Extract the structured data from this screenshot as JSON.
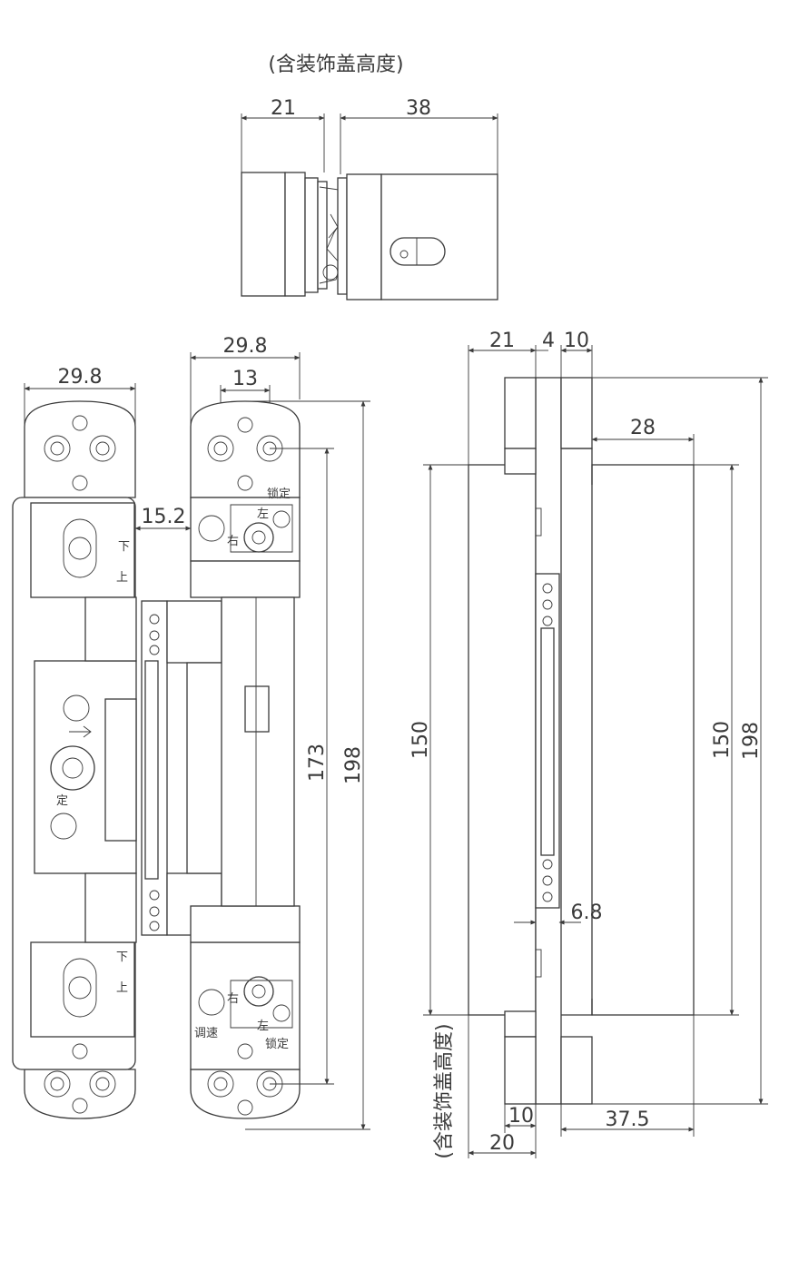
{
  "caption_top": "(含装饰盖高度)",
  "caption_side": "(含装饰盖高度)",
  "dims": {
    "top_left": "21",
    "top_right": "38",
    "left_width": "29.8",
    "right_width": "29.8",
    "hole_spacing": "13",
    "gap": "15.2",
    "len_173": "173",
    "len_198": "198",
    "side_21": "21",
    "side_4": "4",
    "side_10": "10",
    "side_28": "28",
    "side_150_left": "150",
    "side_150_right": "150",
    "side_198": "198",
    "side_6_8": "6.8",
    "side_10_bottom": "10",
    "side_37_5": "37.5",
    "side_20": "20"
  },
  "labels": {
    "lock": "锁定",
    "left": "左",
    "right": "右",
    "down": "下",
    "up": "上",
    "fixed": "定",
    "speed": "调速",
    "lock2": "锁定",
    "left2": "左",
    "right2": "右",
    "down2": "下",
    "up2": "上"
  }
}
